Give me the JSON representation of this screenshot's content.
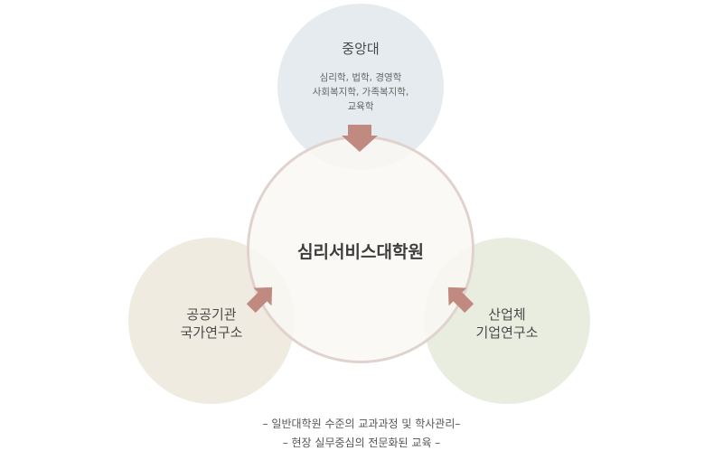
{
  "top": {
    "title": "중앙대",
    "subjects": [
      "심리학, 법학, 경영학",
      "사회복지학, 가족복지학,",
      "교육학"
    ]
  },
  "center": {
    "title": "심리서비스대학원"
  },
  "left": {
    "lines": [
      "공공기관",
      "국가연구소"
    ]
  },
  "right": {
    "lines": [
      "산업체",
      "기업연구소"
    ]
  },
  "caption": {
    "line1": "– 일반대학원 수준의 교과과정 및 학사관리–",
    "line2": "– 현장 실무중심의 전문화된 교육 –"
  },
  "colors": {
    "arrow": "#c08a80",
    "center_border": "#e0d3cf",
    "top_circle": "#e1e8eb",
    "left_circle": "#ece8dc",
    "right_circle": "#e4eada"
  }
}
